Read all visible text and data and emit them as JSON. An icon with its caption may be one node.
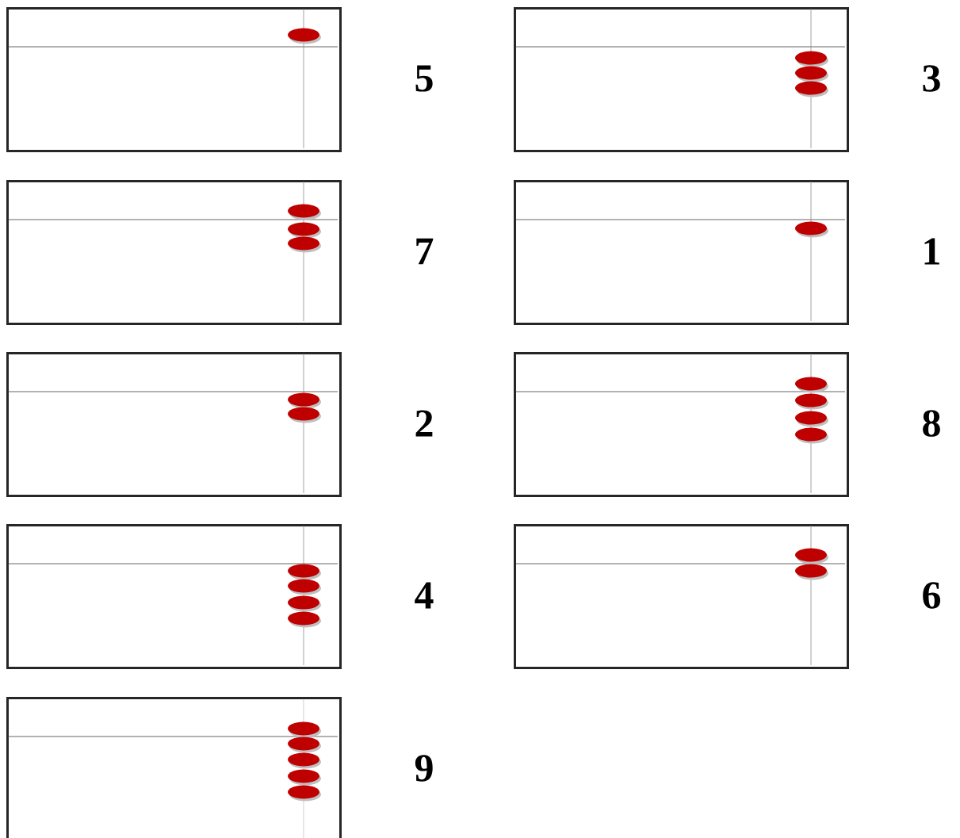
{
  "diagram": {
    "nodes": [
      {
        "text": [],
        "shape": "box",
        "beside": [
          "5"
        ]
      },
      {
        "text": [],
        "shape": "box",
        "beside": [
          "3"
        ]
      },
      {
        "text": [],
        "shape": "box",
        "beside": [
          "7"
        ]
      },
      {
        "text": [],
        "shape": "box",
        "beside": [
          "1"
        ]
      },
      {
        "text": [],
        "shape": "box",
        "beside": [
          "2"
        ]
      },
      {
        "text": [],
        "shape": "box",
        "beside": [
          "8"
        ]
      },
      {
        "text": [],
        "shape": "box",
        "beside": [
          "4"
        ]
      },
      {
        "text": [],
        "shape": "box",
        "beside": [
          "6"
        ]
      },
      {
        "text": [],
        "shape": "box",
        "beside": [
          "9"
        ]
      }
    ]
  }
}
